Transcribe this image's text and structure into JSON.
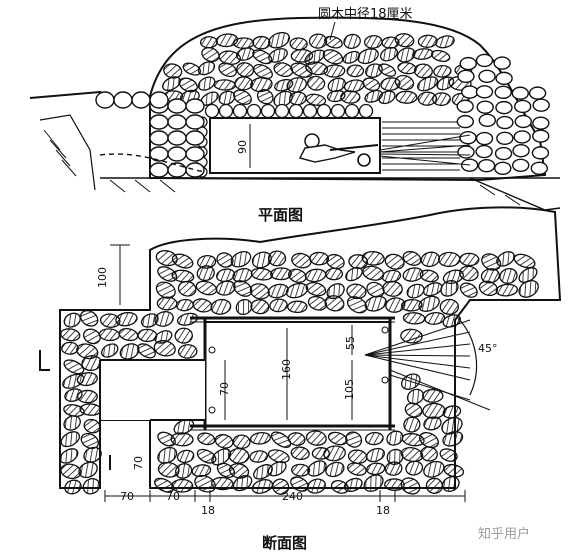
{
  "note_top": "圆木中径18厘米",
  "title_plan": "平面图",
  "title_section": "断面图",
  "dims_upper": {
    "height_inner": "90"
  },
  "dims_lower": {
    "top_depth": "100",
    "inner_height": "160",
    "left_opening": "70",
    "bottom_left": "70",
    "embrasure_top": "55",
    "embrasure_bottom": "105",
    "angle": "45°",
    "base_1": "70",
    "base_2": "70",
    "base_3": "240",
    "timber_left": "18",
    "timber_right": "18"
  },
  "watermark": "知乎用户",
  "colors": {
    "ink": "#111111",
    "paper": "#ffffff",
    "stone_fill": "#ffffff"
  }
}
